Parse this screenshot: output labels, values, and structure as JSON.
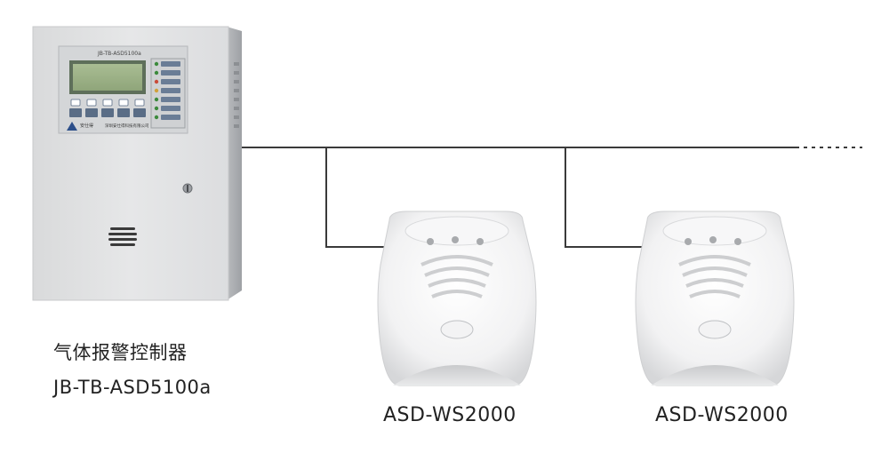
{
  "controller": {
    "name": "气体报警控制器",
    "model": "JB-TB-ASD5100a",
    "panel_title": "JB-TB-ASD5100a",
    "brand": "安仕得",
    "company_line": "深圳安仕得科技有限公司",
    "lcd_color": "#9fb48a",
    "body_color": "#e1e2e3",
    "key_color": "#5a6d86"
  },
  "detectors": [
    {
      "model": "ASD-WS2000"
    },
    {
      "model": "ASD-WS2000"
    }
  ],
  "bus_line_color": "#3a3a3a"
}
